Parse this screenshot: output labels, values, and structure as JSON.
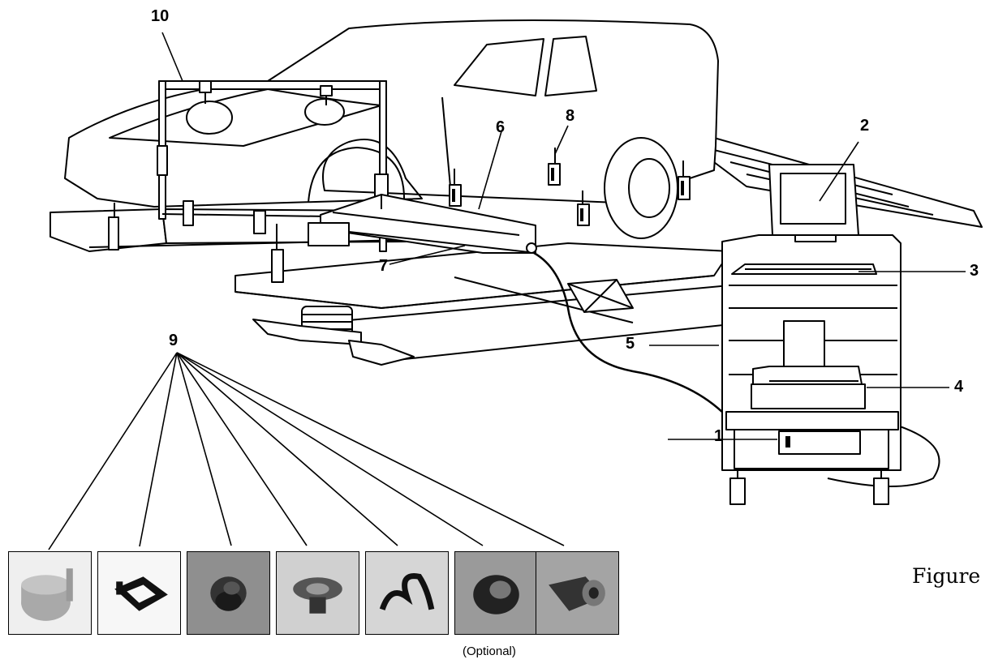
{
  "callouts": {
    "n1": "1",
    "n2": "2",
    "n3": "3",
    "n4": "4",
    "n5": "5",
    "n6": "6",
    "n7": "7",
    "n8": "8",
    "n9": "9",
    "n10": "10"
  },
  "figure_label": "Figure",
  "optional_caption": "(Optional)",
  "adapters": [
    {
      "name": "adapter-1",
      "tone": "#a9a9a9"
    },
    {
      "name": "adapter-2",
      "tone": "#f2f2f2"
    },
    {
      "name": "adapter-3",
      "tone": "#8f8f8f"
    },
    {
      "name": "adapter-4",
      "tone": "#d0d0d0"
    },
    {
      "name": "adapter-5",
      "tone": "#d6d6d6"
    },
    {
      "name": "adapter-6",
      "tone": "#9a9a9a"
    },
    {
      "name": "adapter-7",
      "tone": "#a4a4a4"
    }
  ]
}
